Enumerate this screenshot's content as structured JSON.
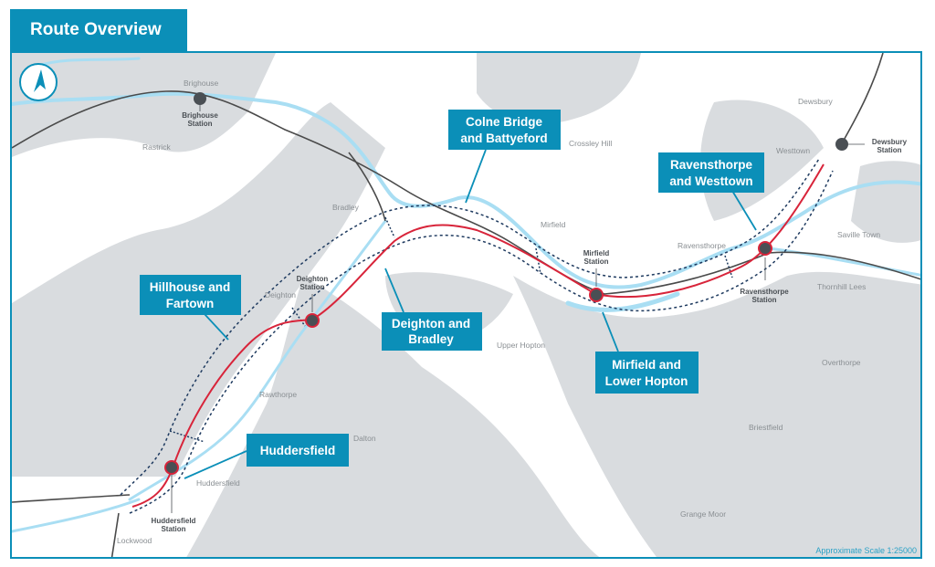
{
  "title": "Route Overview",
  "scale_text": "Approximate Scale 1:25000",
  "colors": {
    "accent": "#0b8fb8",
    "route": "#d8243a",
    "river": "#a9def3",
    "land": "#d9dcdf",
    "railway": "#4a4a4a"
  },
  "icons": {
    "north_arrow": "compass-north-icon"
  },
  "places": {
    "brighouse": "Brighouse",
    "rastrick": "Rastrick",
    "bradley": "Bradley",
    "deighton": "Deighton",
    "rawthorpe": "Rawthorpe",
    "dalton": "Dalton",
    "huddersfield": "Huddersfield",
    "lockwood": "Lockwood",
    "crossley_hill": "Crossley Hill",
    "mirfield": "Mirfield",
    "upper_hopton": "Upper Hopton",
    "ravensthorpe": "Ravensthorpe",
    "dewsbury": "Dewsbury",
    "westtown": "Westtown",
    "saville_town": "Saville Town",
    "thornhill_lees": "Thornhill Lees",
    "overthorpe": "Overthorpe",
    "briestfield": "Briestfield",
    "grange_moor": "Grange Moor"
  },
  "stations": {
    "brighouse": [
      "Brighouse",
      "Station"
    ],
    "deighton": [
      "Deighton",
      "Station"
    ],
    "huddersfield": [
      "Huddersfield",
      "Station"
    ],
    "mirfield": [
      "Mirfield",
      "Station"
    ],
    "ravensthorpe": [
      "Ravensthorpe",
      "Station"
    ],
    "dewsbury": [
      "Dewsbury",
      "Station"
    ]
  },
  "callouts": {
    "colne_bridge": [
      "Colne Bridge",
      "and Battyeford"
    ],
    "hillhouse": [
      "Hillhouse and",
      "Fartown"
    ],
    "deighton_bradley": [
      "Deighton and",
      "Bradley"
    ],
    "huddersfield": [
      "Huddersfield"
    ],
    "mirfield_hopton": [
      "Mirfield and",
      "Lower Hopton"
    ],
    "ravensthorpe_westtown": [
      "Ravensthorpe",
      "and Westtown"
    ]
  }
}
